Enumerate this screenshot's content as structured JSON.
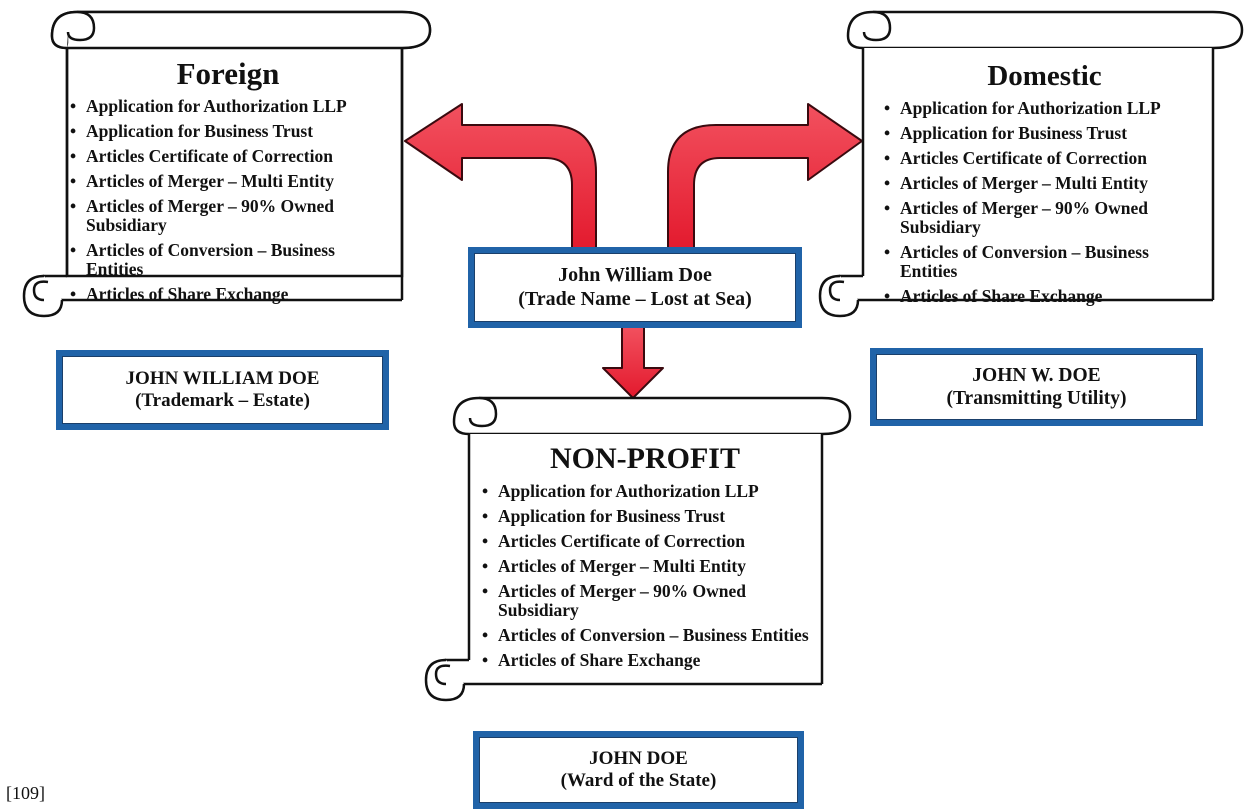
{
  "center": {
    "line1": "John William Doe",
    "line2": "(Trade Name – Lost at Sea)"
  },
  "scrolls": {
    "foreign": {
      "title": "Foreign",
      "items": [
        "Application for Authorization LLP",
        "Application for Business Trust",
        "Articles Certificate of Correction",
        "Articles of Merger – Multi Entity",
        "Articles of Merger – 90% Owned Subsidiary",
        "Articles of Conversion – Business Entities",
        "Articles of Share Exchange"
      ]
    },
    "domestic": {
      "title": "Domestic",
      "items": [
        "Application for Authorization LLP",
        "Application for Business Trust",
        "Articles Certificate of Correction",
        "Articles of Merger – Multi Entity",
        "Articles of Merger – 90% Owned Subsidiary",
        "Articles of Conversion – Business Entities",
        "Articles of Share Exchange"
      ]
    },
    "nonprofit": {
      "title": "NON-PROFIT",
      "items": [
        "Application for Authorization LLP",
        "Application for Business Trust",
        "Articles Certificate of Correction",
        "Articles of Merger – Multi Entity",
        "Articles of Merger – 90% Owned Subsidiary",
        "Articles of Conversion – Business Entities",
        "Articles of Share Exchange"
      ]
    }
  },
  "labels": {
    "foreign": {
      "line1": "JOHN WILLIAM DOE",
      "line2": "(Trademark – Estate)"
    },
    "domestic": {
      "line1": "JOHN W. DOE",
      "line2": "(Transmitting Utility)"
    },
    "nonprofit": {
      "line1": "JOHN DOE",
      "line2": "(Ward of the State)"
    }
  },
  "page_number": "[109]",
  "colors": {
    "arrow_fill": "#ee2a3c",
    "box_border": "#2063a8"
  }
}
